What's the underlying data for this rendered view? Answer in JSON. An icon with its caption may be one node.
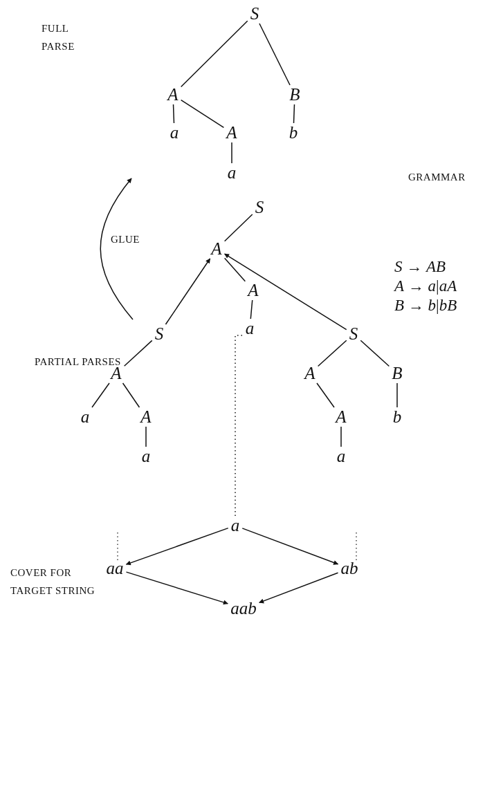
{
  "diagram": {
    "nodes": [
      {
        "text": [
          "S"
        ]
      },
      {
        "text": [
          "A"
        ]
      },
      {
        "text": [
          "B"
        ]
      },
      {
        "text": [
          "a"
        ]
      },
      {
        "text": [
          "A"
        ]
      },
      {
        "text": [
          "b"
        ]
      },
      {
        "text": [
          "a"
        ]
      },
      {
        "text": [
          "S"
        ]
      },
      {
        "text": [
          "A"
        ]
      },
      {
        "text": [
          "A"
        ]
      },
      {
        "text": [
          "a"
        ]
      },
      {
        "text": [
          "S"
        ]
      },
      {
        "text": [
          "A"
        ]
      },
      {
        "text": [
          "a"
        ]
      },
      {
        "text": [
          "A"
        ]
      },
      {
        "text": [
          "a"
        ]
      },
      {
        "text": [
          "S"
        ]
      },
      {
        "text": [
          "A"
        ]
      },
      {
        "text": [
          "B"
        ]
      },
      {
        "text": [
          "A"
        ]
      },
      {
        "text": [
          "b"
        ]
      },
      {
        "text": [
          "a"
        ]
      },
      {
        "text": [
          "a"
        ]
      },
      {
        "text": [
          "aa"
        ]
      },
      {
        "text": [
          "ab"
        ]
      },
      {
        "text": [
          "aab"
        ]
      }
    ],
    "edges": [
      {
        "from": 0,
        "to": 1,
        "arrow": "none"
      },
      {
        "from": 0,
        "to": 2,
        "arrow": "none"
      },
      {
        "from": 1,
        "to": 3,
        "arrow": "none"
      },
      {
        "from": 1,
        "to": 4,
        "arrow": "none"
      },
      {
        "from": 2,
        "to": 5,
        "arrow": "none"
      },
      {
        "from": 4,
        "to": 6,
        "arrow": "none"
      },
      {
        "from": 7,
        "to": 8,
        "arrow": "none"
      },
      {
        "from": 8,
        "to": 9,
        "arrow": "none"
      },
      {
        "from": 9,
        "to": 10,
        "arrow": "none"
      },
      {
        "from": 11,
        "to": 12,
        "arrow": "none"
      },
      {
        "from": 12,
        "to": 13,
        "arrow": "none"
      },
      {
        "from": 12,
        "to": 14,
        "arrow": "none"
      },
      {
        "from": 14,
        "to": 15,
        "arrow": "none"
      },
      {
        "from": 16,
        "to": 17,
        "arrow": "none"
      },
      {
        "from": 16,
        "to": 18,
        "arrow": "none"
      },
      {
        "from": 17,
        "to": 19,
        "arrow": "none"
      },
      {
        "from": 18,
        "to": 20,
        "arrow": "none"
      },
      {
        "from": 19,
        "to": 21,
        "arrow": "none"
      },
      {
        "from": 11,
        "to": 8,
        "arrow": "to"
      },
      {
        "from": 16,
        "to": 8,
        "arrow": "to"
      },
      {
        "from": 22,
        "to": 23,
        "arrow": "to"
      },
      {
        "from": 22,
        "to": 24,
        "arrow": "to"
      },
      {
        "from": 23,
        "to": 25,
        "arrow": "to"
      },
      {
        "from": 24,
        "to": 25,
        "arrow": "to"
      },
      {
        "from": 22,
        "to": 10,
        "arrow": "none",
        "style": "dashed"
      }
    ],
    "labels": [
      "FULL PARSE",
      "GRAMMAR",
      "GLUE",
      "*S* → *AB*",
      "*A* → *a*|*aA*",
      "*B* → *b*|*bB*",
      "PARTIAL PARSES",
      "COVER FOR TARGET STRING"
    ]
  }
}
